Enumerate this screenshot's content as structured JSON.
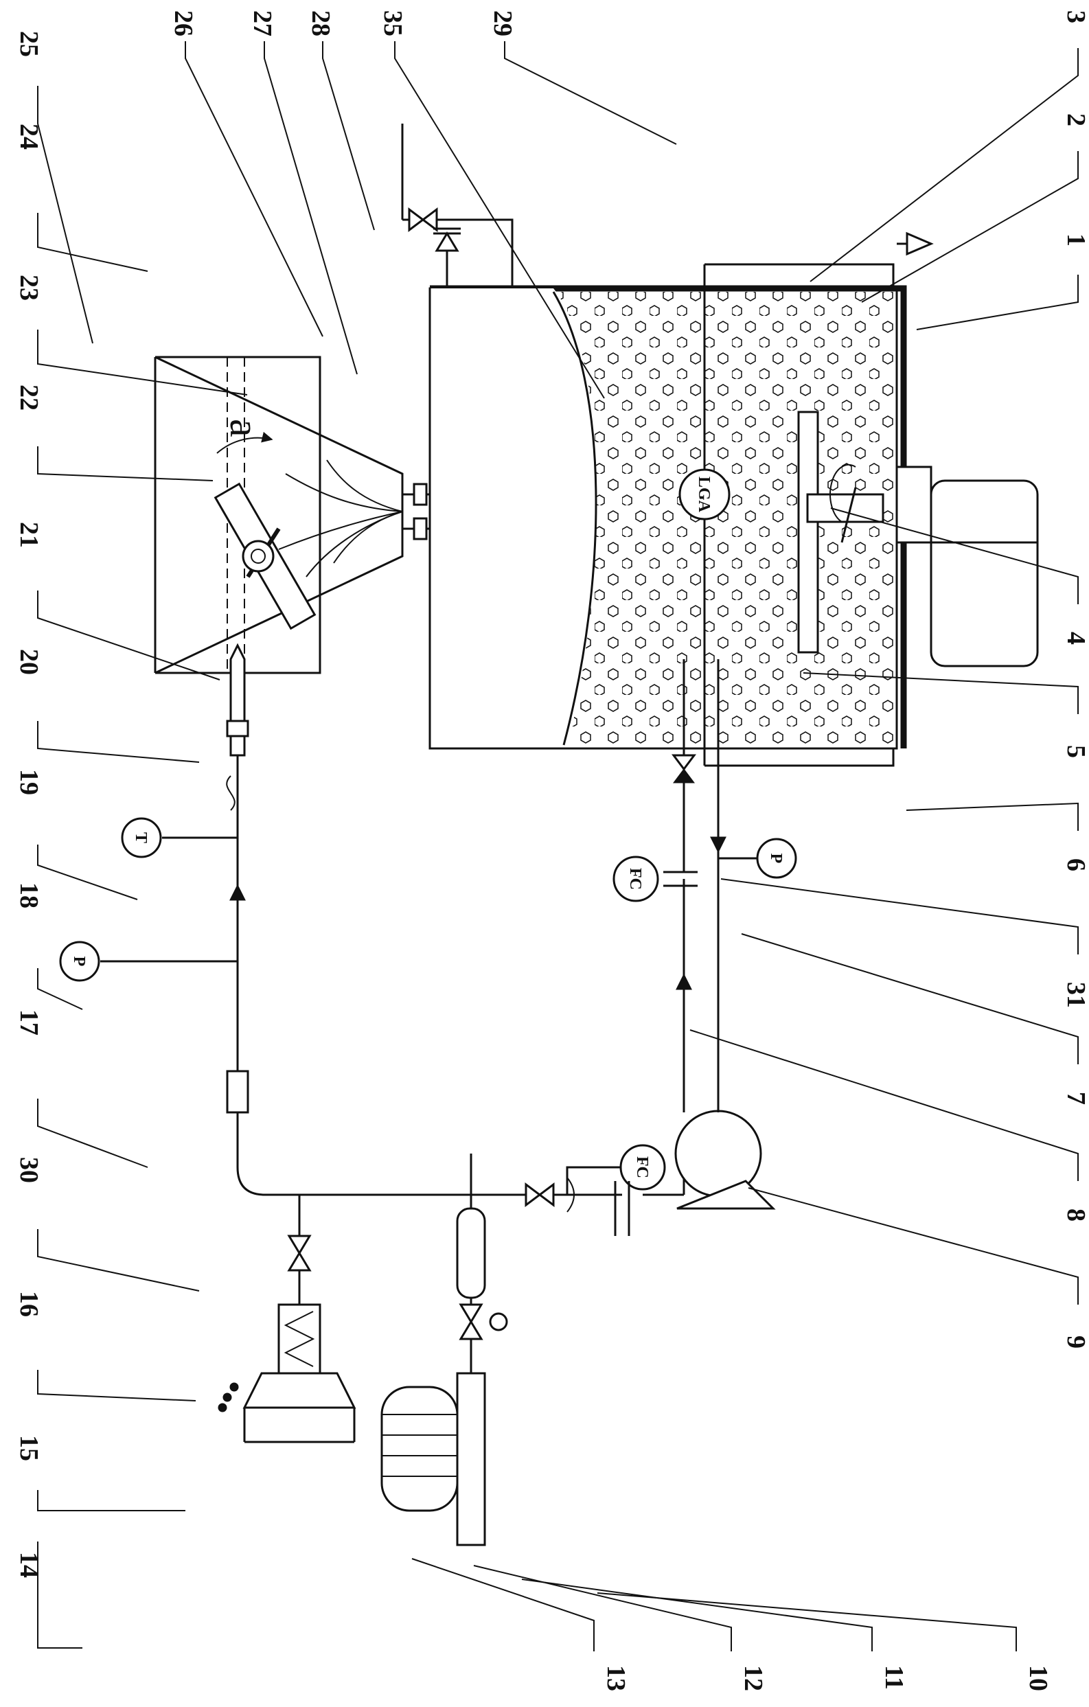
{
  "labels_left": [
    "25",
    "24",
    "23",
    "22",
    "21",
    "20",
    "19",
    "18",
    "17",
    "30",
    "16",
    "15",
    "14",
    "13",
    "12",
    "11",
    "10"
  ],
  "labels_right": [
    "26",
    "27",
    "28",
    "35",
    "29",
    "3",
    "2",
    "1",
    "4",
    "5",
    "6",
    "31",
    "7",
    "8",
    "9"
  ],
  "instruments": {
    "lga": "LGA",
    "p_upper": "P",
    "t_upper": "T",
    "p_lower": "P",
    "fc_upper": "FC",
    "fc_lower": "FC"
  },
  "angle_label": "a"
}
